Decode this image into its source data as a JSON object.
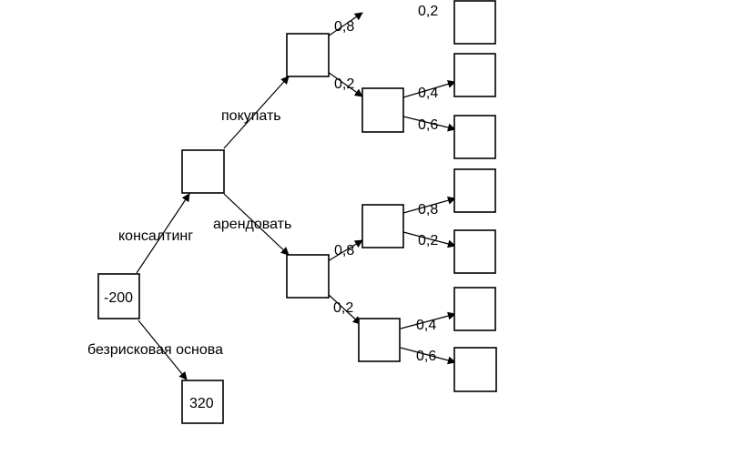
{
  "nodes": {
    "root": "-200",
    "riskless_outcome": "320"
  },
  "edges": {
    "consulting": "консалтинг",
    "riskless_base": "безрисковая основа",
    "buy": "покупать",
    "rent": "арендовать"
  },
  "probabilities": {
    "buy_top": "0,8",
    "top_leaf": "0,2",
    "buy_mid": "0,2",
    "buy_mid_up": "0,4",
    "buy_mid_down": "0,6",
    "rent_up": "0,8",
    "rent_up_up": "0,8",
    "rent_up_down": "0,2",
    "rent_down": "0,2",
    "rent_down_up": "0,4",
    "rent_down_down": "0,6"
  }
}
